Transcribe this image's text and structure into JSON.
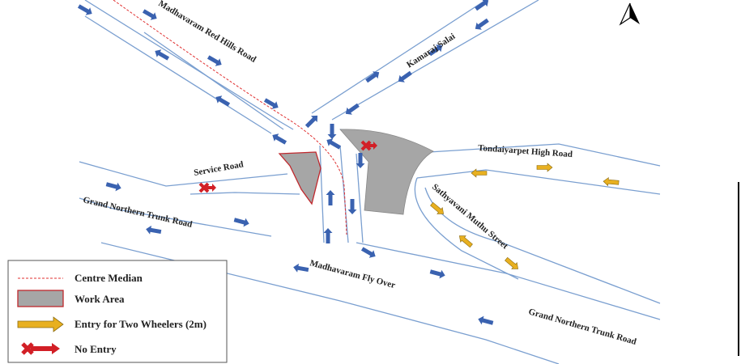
{
  "map": {
    "roads": [
      {
        "name": "madhavaram-red-hills-road-label",
        "text": "Madhavaram Red Hills Road"
      },
      {
        "name": "kamaraj-salai-label",
        "text": "Kamaraj Salai"
      },
      {
        "name": "tondaiyarpet-high-road-label",
        "text": "Tondaiyarpet High Road"
      },
      {
        "name": "service-road-label",
        "text": "Service Road"
      },
      {
        "name": "grand-northern-trunk-road-west-label",
        "text": "Grand Northern Trunk Road"
      },
      {
        "name": "sathyavani-muthu-street-label",
        "text": "Sathyavani Muthu Street"
      },
      {
        "name": "madhavaram-fly-over-label",
        "text": "Madhavaram  Fly Over"
      },
      {
        "name": "grand-northern-trunk-road-east-label",
        "text": "Grand Northern Trunk Road"
      }
    ],
    "north_arrow_icon": "north-arrow-icon"
  },
  "legend": {
    "items": [
      {
        "icon": "centre-median-line-icon",
        "label": "Centre Median"
      },
      {
        "icon": "work-area-swatch-icon",
        "label": "Work Area"
      },
      {
        "icon": "yellow-arrow-icon",
        "label": "Entry for Two Wheelers (2m)"
      },
      {
        "icon": "no-entry-icon",
        "label": "No Entry"
      }
    ]
  },
  "colors": {
    "road_edge": "#7a9fd0",
    "traffic_arrow": "#3a62b0",
    "two_wheeler_arrow": "#e8b020",
    "work_area_fill": "#a6a6a6",
    "work_area_border": "#c0282d",
    "centre_median": "#e03030",
    "no_entry": "#d21f26"
  }
}
